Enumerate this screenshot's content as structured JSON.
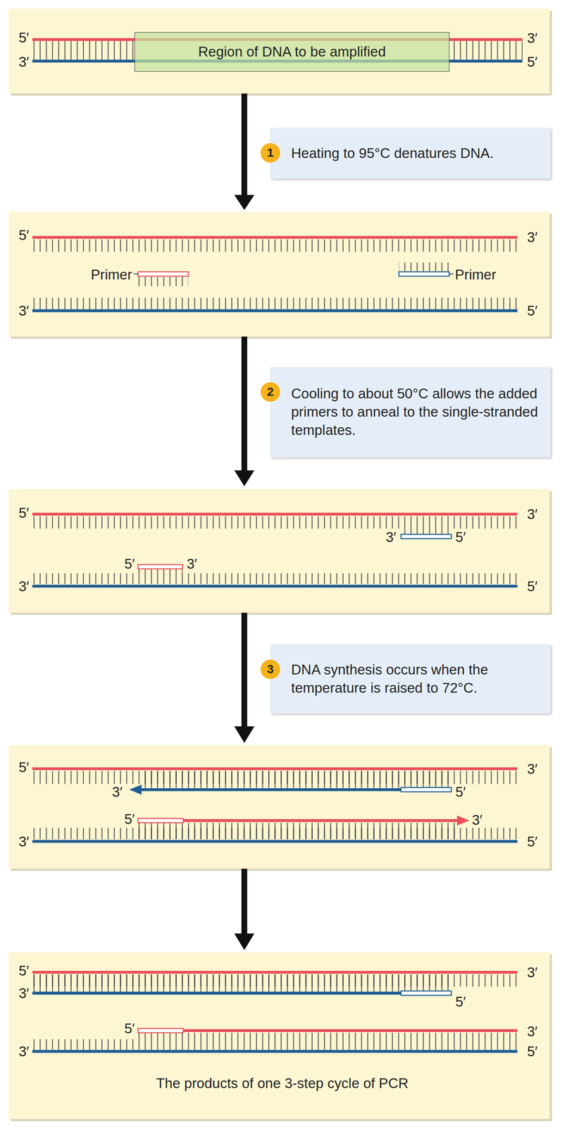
{
  "diagram": {
    "caption": "The products of one 3-step cycle of PCR",
    "nodes": [
      {
        "text": [
          "Region of DNA to be amplified"
        ]
      },
      {
        "text": [
          "Heating to 95°C denatures DNA."
        ]
      },
      {
        "text": [
          "1"
        ],
        "in": 1
      },
      {
        "text": [
          "Cooling to about 50°C allows the added primers to anneal to the single-stranded templates."
        ]
      },
      {
        "text": [
          "2"
        ],
        "in": 3
      },
      {
        "text": [
          "DNA synthesis occurs when the temperature is raised to 72°C."
        ]
      },
      {
        "text": [
          "3"
        ],
        "in": 5
      }
    ],
    "labels": [
      "5′",
      "3′",
      "3′",
      "5′",
      "5′",
      "3′",
      "Primer",
      "Primer",
      "3′",
      "5′",
      "5′",
      "3′",
      "3′",
      "5′",
      "5′",
      "3′",
      "3′",
      "5′",
      "5′",
      "3′",
      "3′",
      "5′",
      "5′",
      "3′",
      "3′",
      "5′",
      "5′",
      "3′",
      "3′",
      "5′",
      "5′",
      "3′",
      "3′",
      "5′"
    ]
  }
}
